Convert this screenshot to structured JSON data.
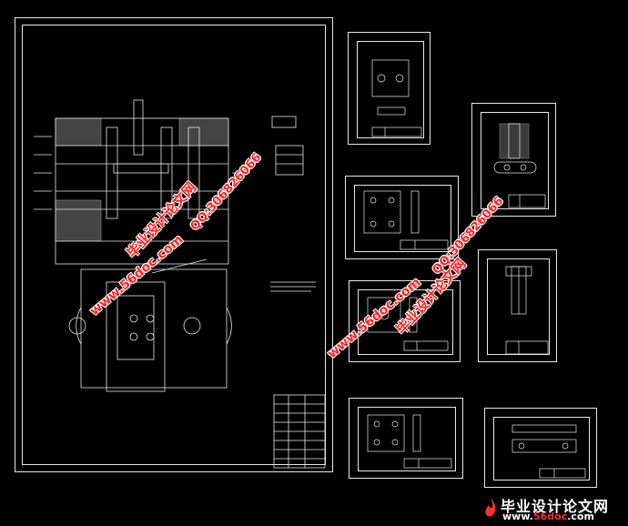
{
  "watermarks": {
    "brand_cn": "毕业设计论文网",
    "site": "www.56doc.com",
    "qq": "QQ:306826066"
  },
  "footer_logo": {
    "title_cn": "毕业设计论文网",
    "url_prefix": "www.",
    "url_highlight": "56doc",
    "url_suffix": ".com"
  },
  "colors": {
    "background": "#000000",
    "line": "#e8e8e8",
    "watermark": "#ff2020"
  }
}
